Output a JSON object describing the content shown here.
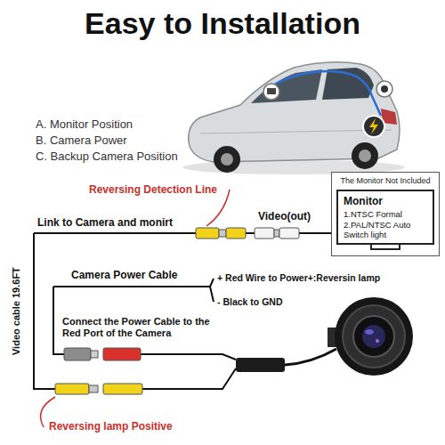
{
  "diagram": {
    "title": "Easy to Installation",
    "nodes": [
      {
        "text": [
          "The Monitor Not Included"
        ]
      },
      {
        "text": [
          "Monitor",
          "1.NTSC Formal",
          "2.PAL/NTSC Auto Switch light"
        ],
        "in": 0
      }
    ],
    "labels": [
      "A. Monitor Position",
      "B. Camera Power",
      "C. Backup Camera Position",
      "Reversing Detection Line",
      "Link to Camera and monirt",
      "Video(out)",
      "Video cable 19.6FT",
      "Camera Power Cable",
      "+ Red Wire to Power+:Reversin lamp",
      "- Black to GND",
      "Connect the Power Cable to the Red Port of the Camera",
      "Reversing lamp Positive"
    ]
  }
}
